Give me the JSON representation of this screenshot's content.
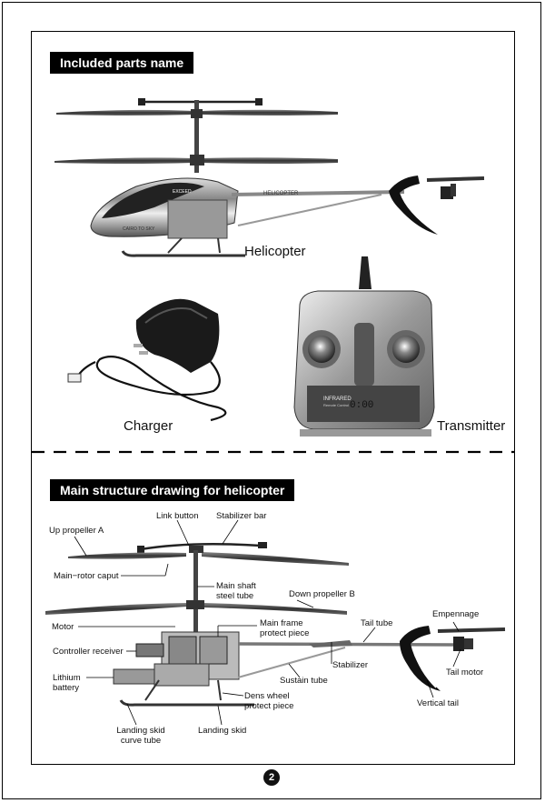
{
  "section1": {
    "title": "Included parts name",
    "helicopter_label": "Helicopter",
    "charger_label": "Charger",
    "transmitter_label": "Transmitter",
    "heli_text_top": "EXCEED",
    "heli_text_side": "CAIRO TO SKY",
    "heli_tail_text": "HELICOPTER",
    "tx_brand": "INFRARED",
    "tx_brand2": "Remote Control",
    "tx_display": "0:00"
  },
  "section2": {
    "title": "Main structure drawing for helicopter",
    "labels": {
      "link_button": "Link button",
      "stabilizer_bar": "Stabilizer bar",
      "up_propeller": "Up propeller A",
      "main_rotor_caput": "Main−rotor caput",
      "main_shaft_1": "Main shaft",
      "main_shaft_2": "steel tube",
      "down_propeller": "Down propeller B",
      "motor": "Motor",
      "main_frame_1": "Main frame",
      "main_frame_2": "protect piece",
      "tail_tube": "Tail tube",
      "empennage": "Empennage",
      "controller_receiver": "Controller receiver",
      "stabilizer": "Stabilizer",
      "lithium_1": "Lithium",
      "lithium_2": "battery",
      "sustain_tube": "Sustain tube",
      "tail_motor": "Tail motor",
      "dens_wheel_1": "Dens wheel",
      "dens_wheel_2": "protect piece",
      "vertical_tail": "Vertical tail",
      "landing_skid_curve_1": "Landing skid",
      "landing_skid_curve_2": "curve tube",
      "landing_skid": "Landing skid"
    }
  },
  "page_number": "2"
}
